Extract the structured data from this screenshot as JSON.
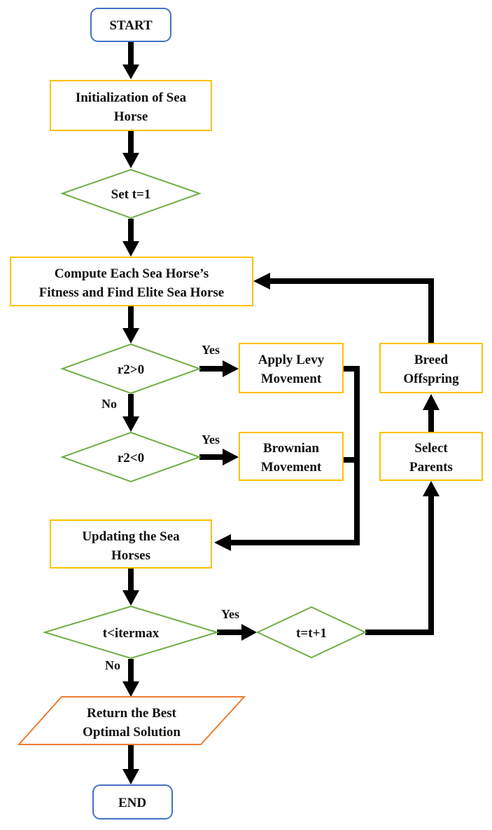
{
  "colors": {
    "terminal_border": "#4472c4",
    "process_border": "#ffc000",
    "decision_border": "#70ad47",
    "io_border": "#ed7d31",
    "connector": "#000000"
  },
  "nodes": {
    "start": {
      "line1": "START"
    },
    "init": {
      "line1": "Initialization of Sea",
      "line2": "Horse"
    },
    "set_t": {
      "line1": "Set t=1"
    },
    "fitness": {
      "line1": "Compute Each Sea Horse’s",
      "line2": "Fitness and Find Elite Sea Horse"
    },
    "r2_gt": {
      "line1": "r2>0"
    },
    "levy": {
      "line1": "Apply Levy",
      "line2": "Movement"
    },
    "r2_lt": {
      "line1": "r2<0"
    },
    "brownian": {
      "line1": "Brownian",
      "line2": "Movement"
    },
    "update": {
      "line1": "Updating the Sea",
      "line2": "Horses"
    },
    "iter": {
      "line1": "t<itermax"
    },
    "incr": {
      "line1": "t=t+1"
    },
    "select": {
      "line1": "Select",
      "line2": "Parents"
    },
    "breed": {
      "line1": "Breed",
      "line2": "Offspring"
    },
    "result": {
      "line1": "Return the Best",
      "line2": "Optimal Solution"
    },
    "end": {
      "line1": "END"
    }
  },
  "edge_labels": {
    "r2_gt_yes": "Yes",
    "r2_gt_no": "No",
    "r2_lt_yes": "Yes",
    "iter_yes": "Yes",
    "iter_no": "No"
  }
}
